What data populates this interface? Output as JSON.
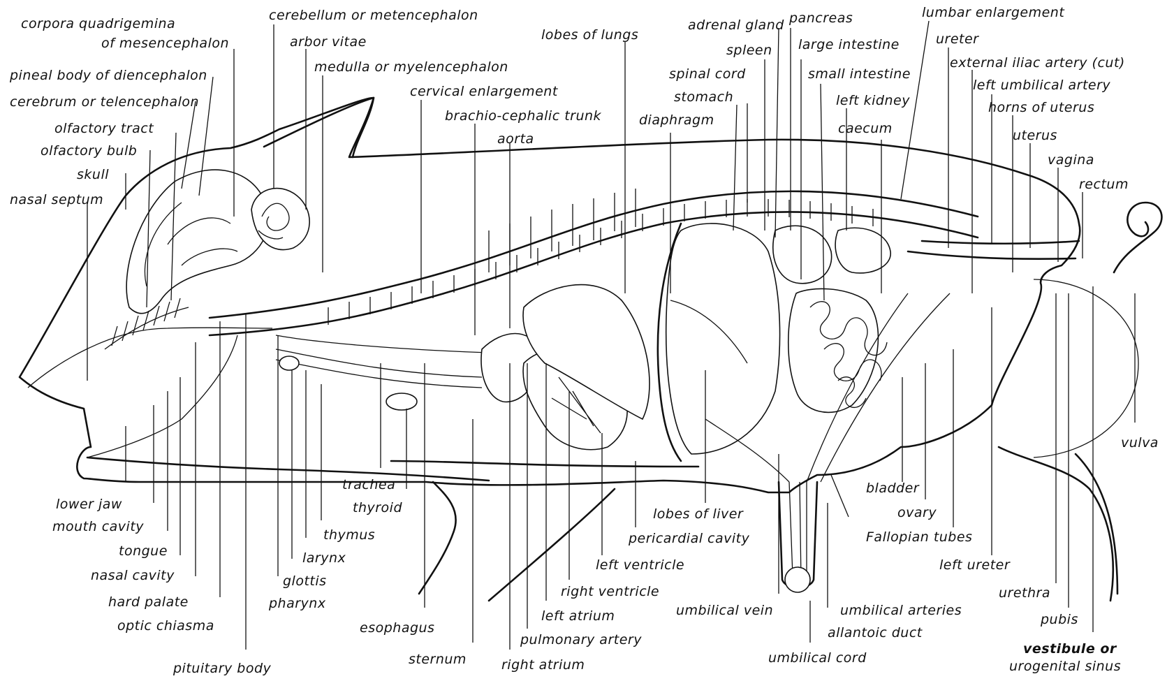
{
  "labels": {
    "corpora_quadrigemina_1": "corpora quadrigemina",
    "corpora_quadrigemina_2": "of mesencephalon",
    "pineal_body": "pineal body of diencephalon",
    "cerebrum": "cerebrum or telencephalon",
    "olfactory_tract": "olfactory tract",
    "olfactory_bulb": "olfactory bulb",
    "skull": "skull",
    "nasal_septum": "nasal septum",
    "cerebellum": "cerebellum or metencephalon",
    "arbor_vitae": "arbor vitae",
    "medulla": "medulla or myelencephalon",
    "cervical_enlargement": "cervical enlargement",
    "brachio_cephalic_trunk": "brachio-cephalic trunk",
    "aorta": "aorta",
    "lobes_of_lungs": "lobes of lungs",
    "adrenal_gland": "adrenal gland",
    "pancreas": "pancreas",
    "spleen": "spleen",
    "large_intestine": "large intestine",
    "spinal_cord": "spinal cord",
    "small_intestine": "small intestine",
    "stomach": "stomach",
    "left_kidney": "left kidney",
    "diaphragm": "diaphragm",
    "caecum": "caecum",
    "lumbar_enlargement": "lumbar enlargement",
    "ureter": "ureter",
    "external_iliac_artery": "external iliac artery (cut)",
    "left_umbilical_artery": "left umbilical artery",
    "horns_of_uterus": "horns of uterus",
    "uterus": "uterus",
    "vagina": "vagina",
    "rectum": "rectum",
    "vulva": "vulva",
    "lower_jaw": "lower jaw",
    "mouth_cavity": "mouth cavity",
    "tongue": "tongue",
    "nasal_cavity": "nasal cavity",
    "hard_palate": "hard palate",
    "optic_chiasma": "optic chiasma",
    "pituitary_body": "pituitary body",
    "trachea": "trachea",
    "thyroid": "thyroid",
    "thymus": "thymus",
    "larynx": "larynx",
    "glottis": "glottis",
    "pharynx": "pharynx",
    "esophagus": "esophagus",
    "sternum": "sternum",
    "right_atrium": "right atrium",
    "pulmonary_artery": "pulmonary artery",
    "left_atrium": "left atrium",
    "right_ventricle": "right ventricle",
    "left_ventricle": "left ventricle",
    "pericardial_cavity": "pericardial cavity",
    "lobes_of_liver": "lobes of liver",
    "umbilical_vein": "umbilical vein",
    "umbilical_cord": "umbilical cord",
    "umbilical_arteries": "umbilical arteries",
    "allantoic_duct": "allantoic duct",
    "bladder": "bladder",
    "ovary": "ovary",
    "fallopian_tubes": "Fallopian tubes",
    "left_ureter": "left ureter",
    "urethra": "urethra",
    "pubis": "pubis",
    "vestibule_1": "vestibule or",
    "vestibule_2": "urogenital sinus"
  }
}
